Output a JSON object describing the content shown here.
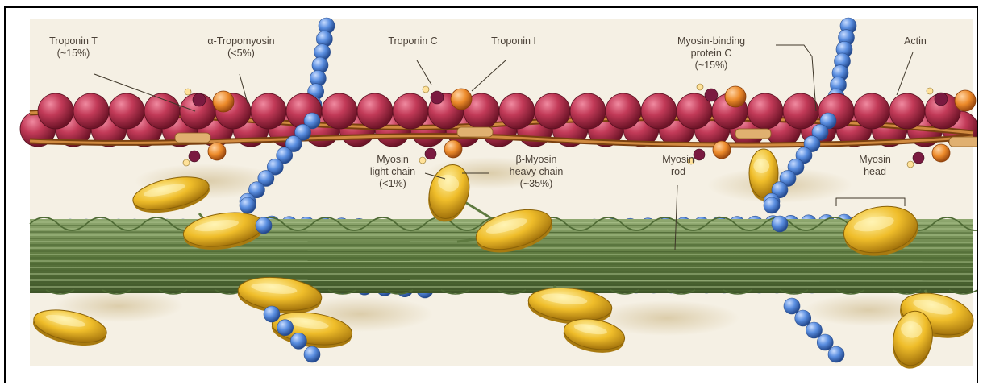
{
  "labels": {
    "troponin_t": [
      "Troponin T",
      "(~15%)"
    ],
    "tropomyosin": [
      "α-Tropomyosin",
      "(<5%)"
    ],
    "troponin_c": [
      "Troponin C"
    ],
    "troponin_i": [
      "Troponin I"
    ],
    "mybpc": [
      "Myosin-binding",
      "protein C",
      "(~15%)"
    ],
    "actin": [
      "Actin"
    ],
    "light_chain": [
      "Myosin",
      "light chain",
      "(<1%)"
    ],
    "heavy_chain": [
      "β-Myosin",
      "heavy chain",
      "(~35%)"
    ],
    "myosin_rod": [
      "Myosin",
      "rod"
    ],
    "myosin_head": [
      "Myosin",
      "head"
    ]
  },
  "colors": {
    "background": "#f5f0e4",
    "actin": "#b8324c",
    "tropomyosin": "#b86a28",
    "troponin": "#e8842a",
    "myosin_head": "#e8b626",
    "myosin_rod": "#6f8a4e",
    "mybpc": "#4f82d6",
    "label_text": "#4a4036"
  }
}
